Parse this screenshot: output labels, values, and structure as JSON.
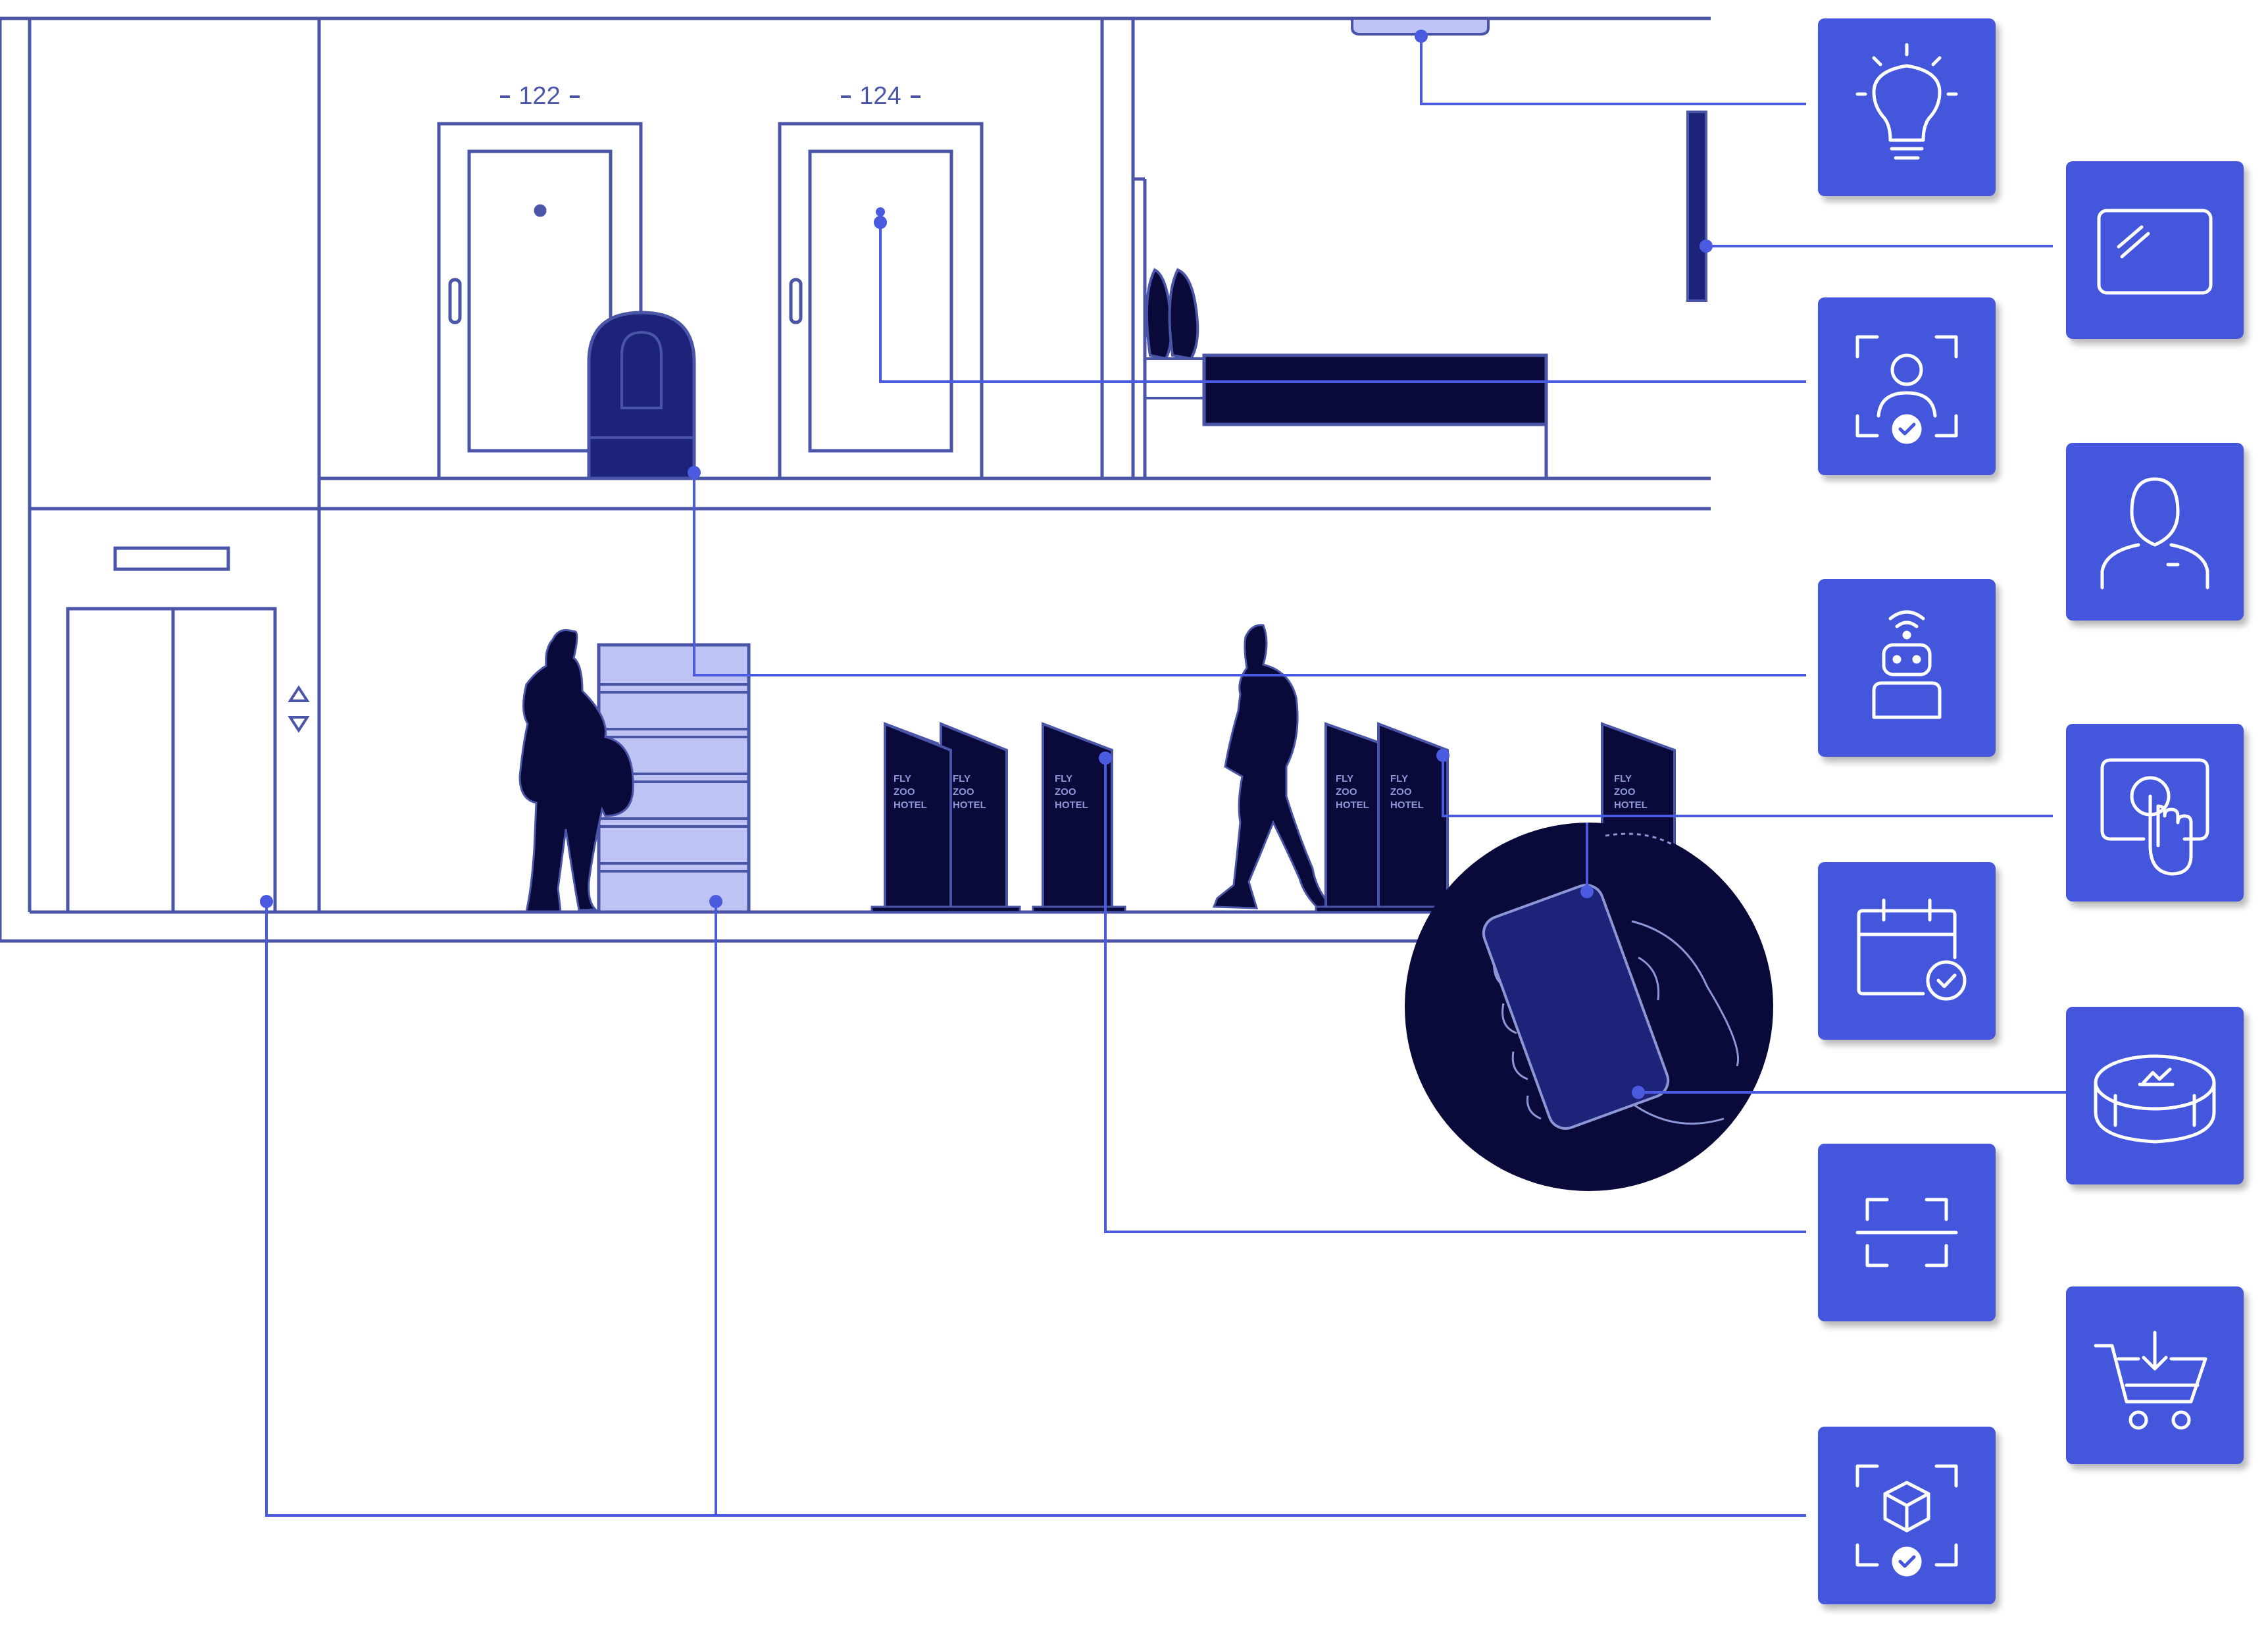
{
  "rooms": [
    {
      "number": "122"
    },
    {
      "number": "124"
    }
  ],
  "kiosk": {
    "line1": "FLY",
    "line2": "ZOO",
    "line3": "HOTEL"
  },
  "icons": [
    {
      "name": "light-bulb-icon"
    },
    {
      "name": "smart-display-icon"
    },
    {
      "name": "face-recognition-icon"
    },
    {
      "name": "user-profile-icon"
    },
    {
      "name": "robot-icon"
    },
    {
      "name": "touch-screen-icon"
    },
    {
      "name": "calendar-check-icon"
    },
    {
      "name": "panoramic-view-icon"
    },
    {
      "name": "scan-icon"
    },
    {
      "name": "shopping-cart-icon"
    },
    {
      "name": "object-recognition-icon"
    }
  ],
  "colors": {
    "tile": "#4356dc",
    "line": "#4a55a8",
    "connector": "#4a5be0",
    "dark": "#0a0a3a",
    "navy": "#1c2378",
    "light_fill": "#bdc3f2"
  }
}
